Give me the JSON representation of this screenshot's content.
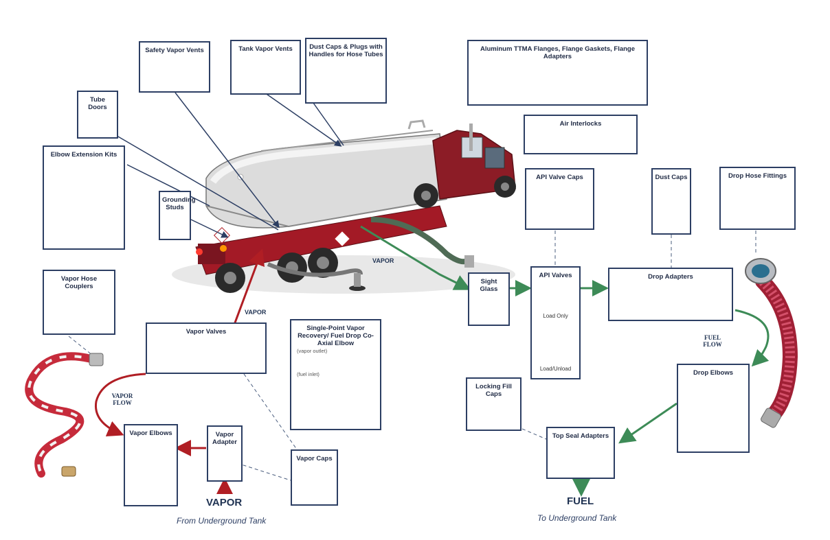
{
  "colors": {
    "border": "#2c3e63",
    "fuel_green": "#3d8b57",
    "vapor_red": "#b01e24",
    "dashed": "#4a5d7e",
    "hose_red": "#c9304a"
  },
  "boxes": {
    "safety_vapor_vents": "Safety Vapor Vents",
    "tank_vapor_vents": "Tank Vapor Vents",
    "dust_caps_plugs": "Dust Caps & Plugs with Handles for Hose Tubes",
    "ttma": "Aluminum TTMA Flanges, Flange Gaskets, Flange Adapters",
    "air_interlocks": "Air Interlocks",
    "tube_doors": "Tube Doors",
    "elbow_extension_kits": "Elbow Extension Kits",
    "grounding_studs": "Grounding Studs",
    "api_valve_caps": "API Valve Caps",
    "dust_caps": "Dust Caps",
    "drop_hose_fittings": "Drop Hose Fittings",
    "vapor_hose_couplers": "Vapor Hose Couplers",
    "sight_glass": "Sight Glass",
    "api_valves": "API Valves",
    "drop_adapters": "Drop Adapters",
    "vapor_valves": "Vapor Valves",
    "single_point": "Single-Point Vapor Recovery/ Fuel Drop Co-Axial Elbow",
    "drop_elbows": "Drop Elbows",
    "locking_fill_caps": "Locking Fill Caps",
    "top_seal_adapters": "Top Seal Adapters",
    "vapor_elbows": "Vapor Elbows",
    "vapor_adapter": "Vapor Adapter",
    "vapor_caps": "Vapor Caps"
  },
  "sublabels": {
    "load_only": "Load Only",
    "load_unload": "Load/Unload",
    "vapor_outlet": "(vapor outlet)",
    "fuel_inlet": "(fuel inlet)"
  },
  "flow": {
    "vapor_upper": "VAPOR",
    "vapor_mid": "VAPOR",
    "vapor_flow": "VAPOR FLOW",
    "fuel_flow": "FUEL FLOW",
    "vapor_bottom": "VAPOR",
    "from_underground": "From Underground Tank",
    "fuel_bottom": "FUEL",
    "to_underground": "To Underground Tank"
  }
}
